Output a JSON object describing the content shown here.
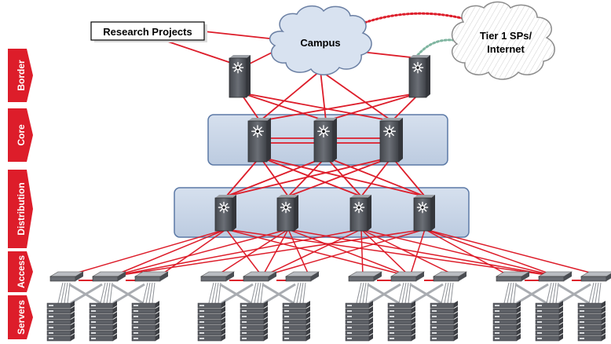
{
  "layers": [
    {
      "label": "Border"
    },
    {
      "label": "Core"
    },
    {
      "label": "Distribution"
    },
    {
      "label": "Access"
    },
    {
      "label": "Servers"
    }
  ],
  "nodes": {
    "research": "Research Projects",
    "campus": "Campus",
    "internet_line1": "Tier 1 SPs/",
    "internet_line2": "Internet"
  },
  "colors": {
    "link": "#dd1d2a",
    "layer_tab": "#dd1d2a",
    "tier_box_fill": "#cad6e6",
    "tier_box_stroke": "#5b79a6",
    "dotted_green": "#7fb5a0",
    "router_body": "#5c5f66"
  },
  "counts": {
    "border_routers": 2,
    "core_switches": 3,
    "distribution_switches": 4,
    "access_groups": 4,
    "access_switches_per_group": 3,
    "server_racks_per_group": 3
  }
}
